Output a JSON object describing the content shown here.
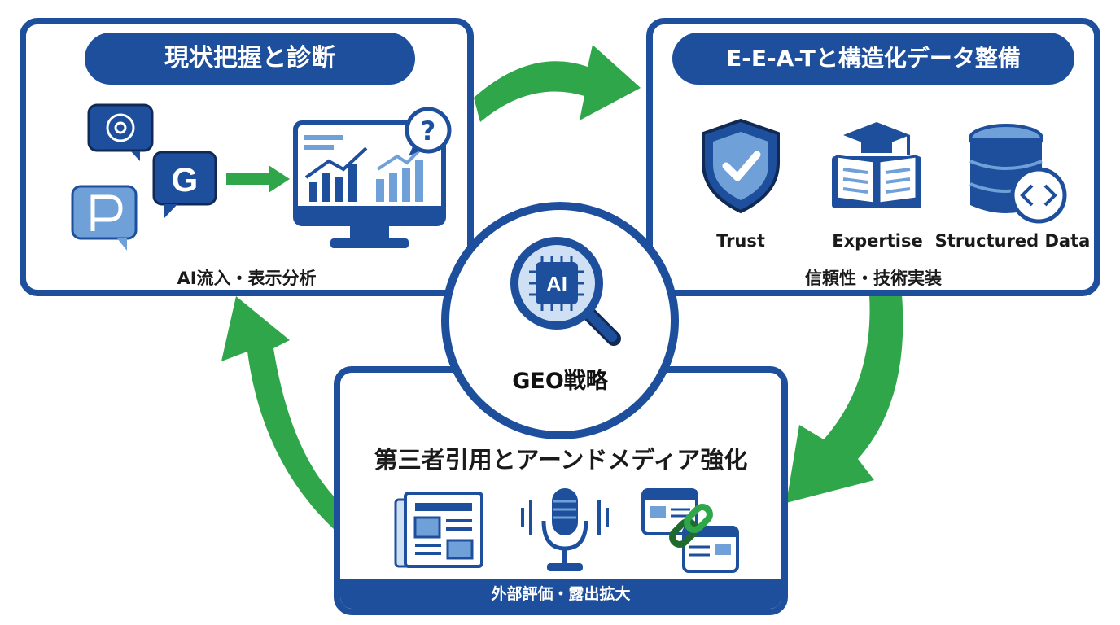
{
  "hub": {
    "title": "GEO戦略",
    "badge": "AI",
    "icon": "magnifier-ai-chip-icon"
  },
  "steps": [
    {
      "title": "現状把握と診断",
      "caption": "AI流入・表示分析",
      "icons": [
        "chatgpt-icon",
        "google-icon",
        "perplexity-icon",
        "arrow-right-icon",
        "analytics-monitor-icon",
        "question-bubble-icon"
      ]
    },
    {
      "title": "E-E-A-Tと構造化データ整備",
      "caption": "信頼性・技術実装",
      "items": [
        {
          "icon": "shield-check-icon",
          "label": "Trust"
        },
        {
          "icon": "book-graduation-cap-icon",
          "label": "Expertise"
        },
        {
          "icon": "database-code-icon",
          "label": "Structured Data"
        }
      ]
    },
    {
      "title": "第三者引用とアーンドメディア強化",
      "caption": "外部評価・露出拡大",
      "icons": [
        "newspaper-icon",
        "microphone-icon",
        "linked-pages-icon"
      ]
    }
  ],
  "colors": {
    "primary": "#1e4f9c",
    "accent": "#2fa64a",
    "light": "#6fa0d8",
    "pale": "#cfe0f4"
  }
}
